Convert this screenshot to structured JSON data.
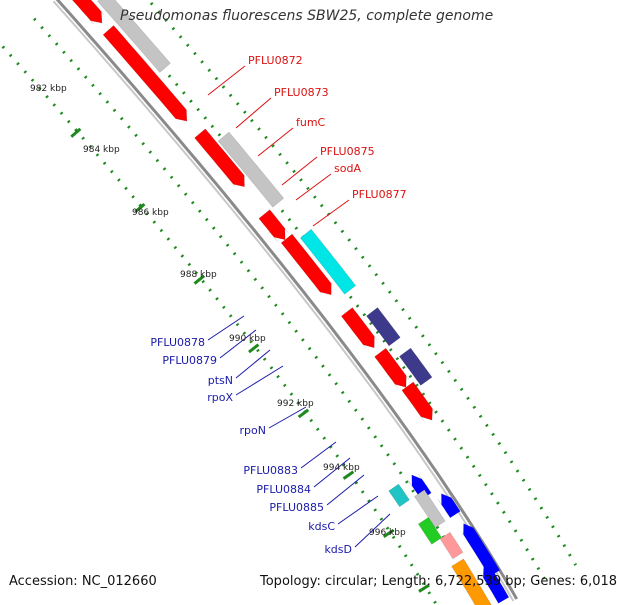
{
  "title": "Pseudomonas fluorescens SBW25, complete genome",
  "footer": {
    "accession": "Accession: NC_012660",
    "topology": "Topology: circular; Length: 6,722,539 bp; Genes: 6,018"
  },
  "colors": {
    "backbone": "#8a8a8a",
    "tick": "#1e8a1e",
    "forward_label": "#dd1111",
    "reverse_label": "#1a1aaa"
  },
  "kbp_ticks": [
    {
      "label": "982 kbp"
    },
    {
      "label": "984 kbp"
    },
    {
      "label": "986 kbp"
    },
    {
      "label": "988 kbp"
    },
    {
      "label": "990 kbp"
    },
    {
      "label": "992 kbp"
    },
    {
      "label": "994 kbp"
    },
    {
      "label": "996 kbp"
    }
  ],
  "gene_labels": {
    "forward": [
      "PFLU0872",
      "PFLU0873",
      "fumC",
      "PFLU0875",
      "sodA",
      "PFLU0877"
    ],
    "reverse": [
      "PFLU0878",
      "PFLU0879",
      "ptsN",
      "rpoX",
      "rpoN",
      "PFLU0883",
      "PFLU0884",
      "PFLU0885",
      "kdsC",
      "kdsD"
    ]
  }
}
